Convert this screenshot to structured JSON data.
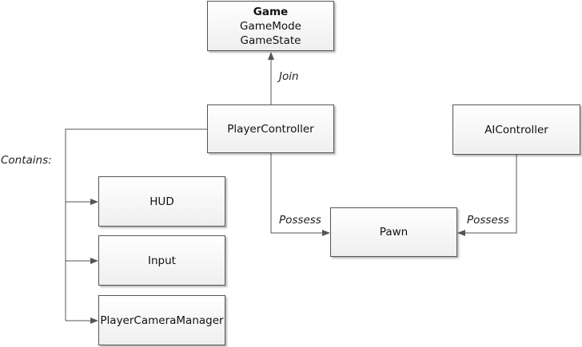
{
  "nodes": {
    "game": {
      "title": "Game",
      "lines": [
        "GameMode",
        "GameState"
      ]
    },
    "player_controller": {
      "label": "PlayerController"
    },
    "ai_controller": {
      "label": "AIController"
    },
    "pawn": {
      "label": "Pawn"
    },
    "hud": {
      "label": "HUD"
    },
    "input": {
      "label": "Input"
    },
    "camera_manager": {
      "label": "PlayerCameraManager"
    }
  },
  "edges": {
    "join": {
      "label": "Join",
      "from": "PlayerController",
      "to": "Game"
    },
    "possess_player": {
      "label": "Possess",
      "from": "PlayerController",
      "to": "Pawn"
    },
    "possess_ai": {
      "label": "Possess",
      "from": "AIController",
      "to": "Pawn"
    }
  },
  "contains_label": "Contains:",
  "colors": {
    "line": "#555555",
    "box_top": "#ffffff",
    "box_bottom": "#efefef"
  }
}
